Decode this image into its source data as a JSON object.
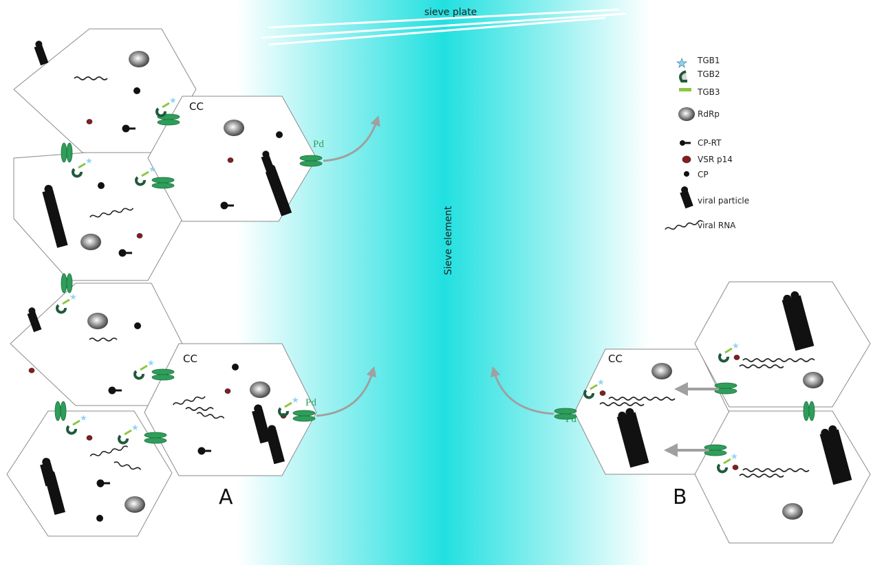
{
  "labels": {
    "sieve_plate": "sieve plate",
    "sieve_element": "Sieve element",
    "cc": "CC",
    "pd": "Pd",
    "panel_a": "A",
    "panel_b": "B"
  },
  "legend": [
    {
      "label": "TGB1",
      "icon": "star-icon",
      "color": "#8fd3f4"
    },
    {
      "label": "TGB2",
      "icon": "hook-icon",
      "color": "#1f5a3c"
    },
    {
      "label": "TGB3",
      "icon": "bar-icon",
      "color": "#8cc63f"
    },
    {
      "label": "RdRp",
      "icon": "sphere-icon",
      "color": "#777777"
    },
    {
      "label": "CP-RT",
      "icon": "pin-icon",
      "color": "#111111"
    },
    {
      "label": "VSR p14",
      "icon": "oval-icon",
      "color": "#8b1a1a"
    },
    {
      "label": "CP",
      "icon": "dot-icon",
      "color": "#111111"
    },
    {
      "label": "viral particle",
      "icon": "particle-icon",
      "color": "#111111"
    },
    {
      "label": "viral RNA",
      "icon": "rna-icon",
      "color": "#111111"
    }
  ],
  "colors": {
    "sieve_gradient": "#22e0e0",
    "plasmodesma": "#2e9e5a",
    "pd_text": "#2e9e5a",
    "cell_outline": "#8a8a8a",
    "arrow": "#a0a0a0"
  }
}
